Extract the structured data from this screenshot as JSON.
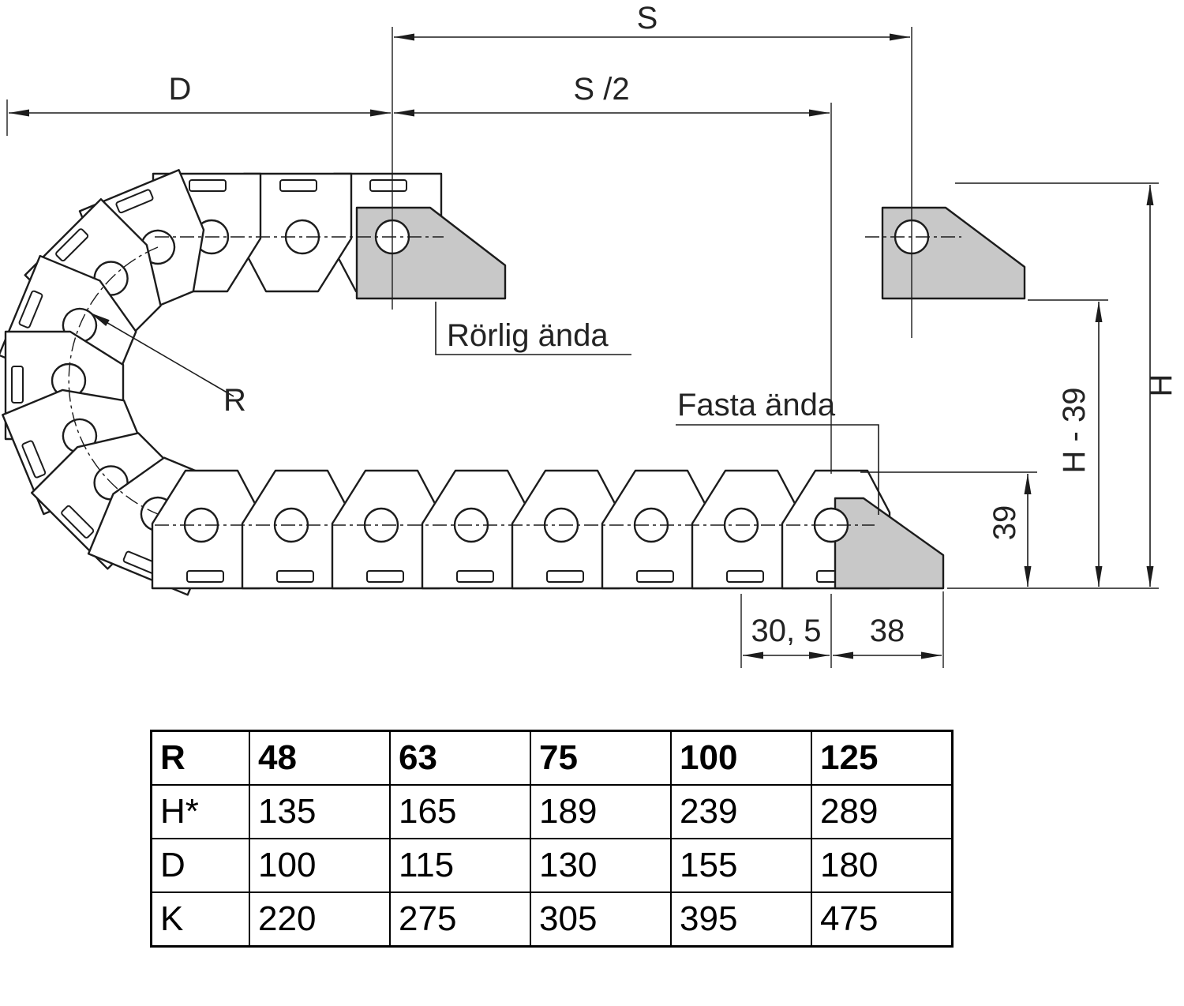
{
  "drawing": {
    "dim_s": "S",
    "dim_s_half": "S /2",
    "dim_d": "D",
    "dim_h": "H",
    "dim_h_minus_39": "H - 39",
    "dim_39": "39",
    "dim_30_5": "30, 5",
    "dim_38": "38",
    "radius_label": "R",
    "moving_end_label": "Rörlig ända",
    "fixed_end_label": "Fasta ända",
    "colors": {
      "line": "#1c1c1c",
      "bracket_fill": "#c8c8c8"
    }
  },
  "table": {
    "rows": [
      {
        "header": "R",
        "values": [
          "48",
          "63",
          "75",
          "100",
          "125"
        ]
      },
      {
        "header": "H*",
        "values": [
          "135",
          "165",
          "189",
          "239",
          "289"
        ]
      },
      {
        "header": "D",
        "values": [
          "100",
          "115",
          "130",
          "155",
          "180"
        ]
      },
      {
        "header": "K",
        "values": [
          "220",
          "275",
          "305",
          "395",
          "475"
        ]
      }
    ]
  }
}
